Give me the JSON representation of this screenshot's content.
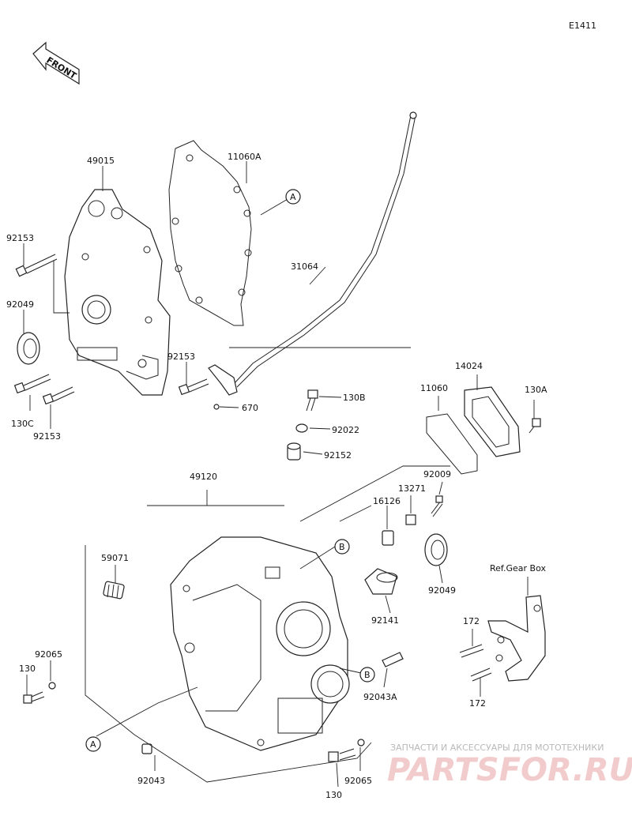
{
  "diagram_id": "E1411",
  "front_label": "FRONT",
  "ref_note": "Ref.Gear Box",
  "ref_markers": {
    "a": "A",
    "b": "B"
  },
  "parts": {
    "p49015": "49015",
    "p11060a": "11060A",
    "p92153_top": "92153",
    "p92049_left": "92049",
    "p31064": "31064",
    "p92153_mid": "92153",
    "p130c": "130C",
    "p92153_bottom": "92153",
    "p670": "670",
    "p130b": "130B",
    "p92022": "92022",
    "p92152": "92152",
    "p14024": "14024",
    "p11060": "11060",
    "p130a": "130A",
    "p49120": "49120",
    "p92009": "92009",
    "p13271": "13271",
    "p16126": "16126",
    "p59071": "59071",
    "p92049_right": "92049",
    "p92141": "92141",
    "p172_top": "172",
    "p92065_left": "92065",
    "p130_left": "130",
    "p92043a": "92043A",
    "p172_bottom": "172",
    "p92043": "92043",
    "p130_bottom": "130",
    "p92065_bottom": "92065"
  },
  "watermark": {
    "caption": "ЗАПЧАСТИ И АКСЕССУАРЫ ДЛЯ МОТОТЕХНИКИ",
    "brand": "PARTSFOR.RU"
  }
}
